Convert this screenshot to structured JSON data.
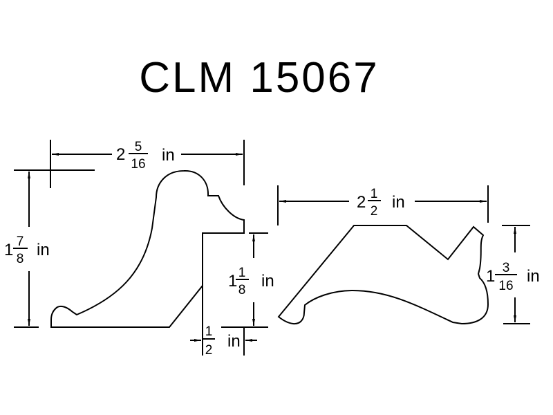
{
  "title": "CLM 15067",
  "colors": {
    "line": "#000000",
    "background": "#ffffff"
  },
  "left_profile": {
    "width": {
      "whole": "2",
      "num": "5",
      "den": "16",
      "unit": "in"
    },
    "height": {
      "whole": "1",
      "num": "7",
      "den": "8",
      "unit": "in"
    },
    "step_height": {
      "whole": "1",
      "num": "1",
      "den": "8",
      "unit": "in"
    },
    "step_width": {
      "whole": "",
      "num": "1",
      "den": "2",
      "unit": "in"
    }
  },
  "right_profile": {
    "width": {
      "whole": "2",
      "num": "1",
      "den": "2",
      "unit": "in"
    },
    "height": {
      "whole": "1",
      "num": "3",
      "den": "16",
      "unit": "in"
    }
  }
}
